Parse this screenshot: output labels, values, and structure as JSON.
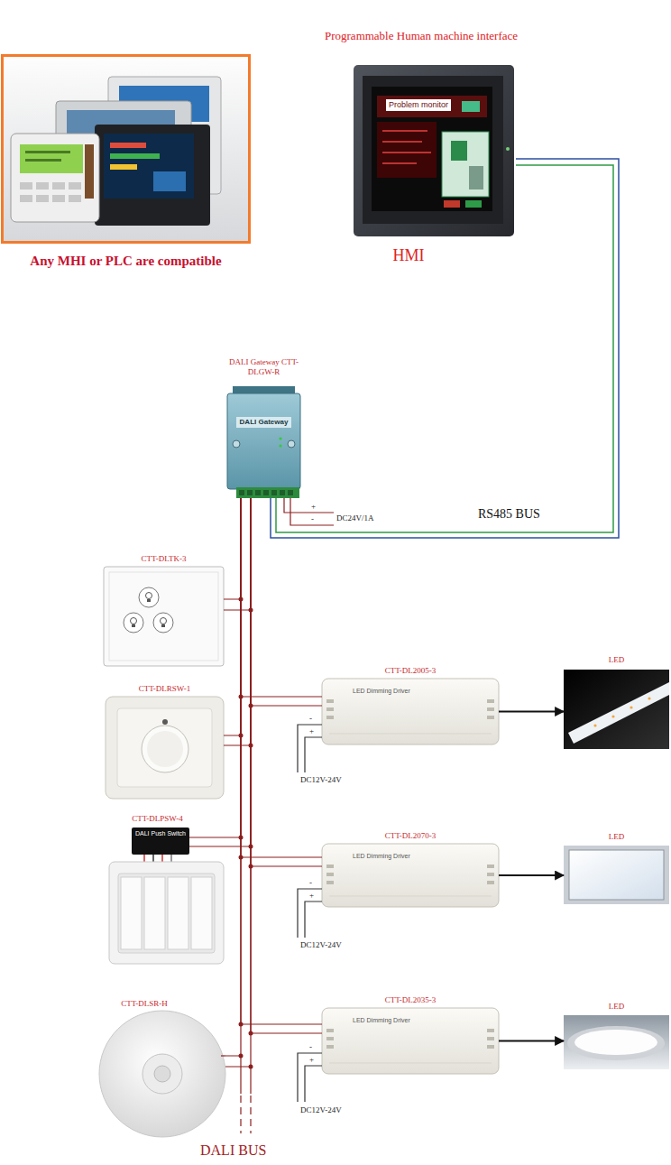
{
  "diagram": {
    "nodes": [
      {
        "text": [
          "Any MHI or PLC are compatible"
        ]
      },
      {
        "text": [
          "Programmable Human machine interface",
          "Problem monitor",
          "HMI"
        ]
      },
      {
        "text": [
          "DALI Gateway CTT-DLGW-R",
          "DALI Gateway"
        ]
      },
      {
        "text": [
          "CTT-DLTK-3"
        ]
      },
      {
        "text": [
          "CTT-DLRSW-1"
        ]
      },
      {
        "text": [
          "CTT-DL2005-3",
          "LED Dimming Driver"
        ]
      },
      {
        "text": [
          "LED"
        ]
      },
      {
        "text": [
          "CTT-DLPSW-4",
          "DALI Push Switch"
        ]
      },
      {
        "text": [
          "CTT-DL2070-3",
          "LED Dimming Driver"
        ]
      },
      {
        "text": [
          "LED"
        ]
      },
      {
        "text": [
          "CTT-DLSR-H"
        ]
      },
      {
        "text": [
          "CTT-DL2035-3",
          "LED Dimming Driver"
        ]
      },
      {
        "text": [
          "LED"
        ]
      }
    ],
    "edges": [
      {
        "from": 1,
        "to": 2,
        "arrow": "none",
        "label": "RS485 BUS"
      },
      {
        "from": 2,
        "to": 3,
        "arrow": "none"
      },
      {
        "from": 2,
        "to": 4,
        "arrow": "none"
      },
      {
        "from": 2,
        "to": 5,
        "arrow": "none"
      },
      {
        "from": 2,
        "to": 7,
        "arrow": "none"
      },
      {
        "from": 2,
        "to": 8,
        "arrow": "none"
      },
      {
        "from": 2,
        "to": 10,
        "arrow": "none"
      },
      {
        "from": 2,
        "to": 11,
        "arrow": "none"
      },
      {
        "from": 5,
        "to": 6,
        "arrow": "to"
      },
      {
        "from": 8,
        "to": 9,
        "arrow": "to"
      },
      {
        "from": 11,
        "to": 12,
        "arrow": "to"
      }
    ],
    "labels": [
      "+",
      "-",
      "DC24V/1A",
      "-",
      "+",
      "DC12V-24V",
      "-",
      "+",
      "DC12V-24V",
      "-",
      "+",
      "DC12V-24V",
      "DALI BUS"
    ]
  }
}
